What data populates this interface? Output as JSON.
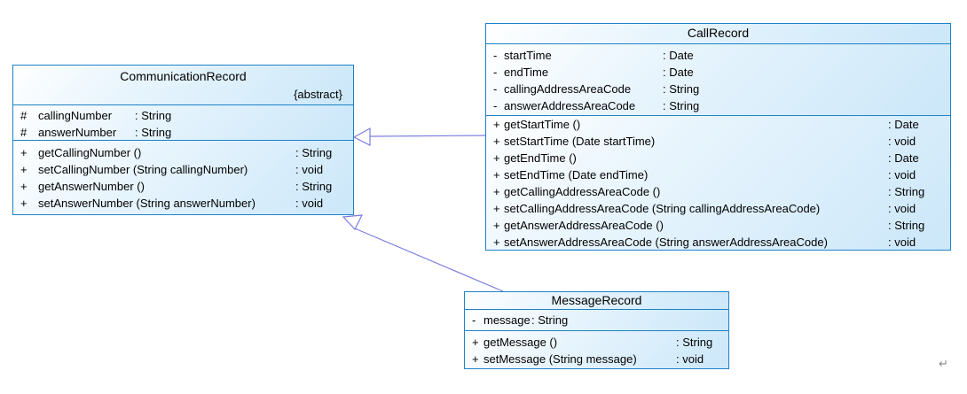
{
  "page": {
    "background": "#ffffff",
    "formatting_mark": "↵"
  },
  "colors": {
    "box_border": "#1e82c8",
    "box_fill_gradient_start": "#ffffff",
    "box_fill_gradient_end": "#cbe7f9",
    "relation_line": "#7b7be0",
    "text": "#000000",
    "formatting_mark_gray": "#8a8a8a"
  },
  "diagram_type": "uml-class-diagram",
  "classes": [
    {
      "name": "CommunicationRecord",
      "stereotype": "{abstract}",
      "attributes": [
        {
          "visibility": "#",
          "name": "callingNumber",
          "type": ": String"
        },
        {
          "visibility": "#",
          "name": "answerNumber",
          "type": ": String"
        }
      ],
      "methods": [
        {
          "visibility": "+",
          "signature": "getCallingNumber ()",
          "returns": ": String"
        },
        {
          "visibility": "+",
          "signature": "setCallingNumber (String callingNumber)",
          "returns": ": void"
        },
        {
          "visibility": "+",
          "signature": "getAnswerNumber ()",
          "returns": ": String"
        },
        {
          "visibility": "+",
          "signature": "setAnswerNumber (String answerNumber)",
          "returns": ": void"
        }
      ]
    },
    {
      "name": "CallRecord",
      "stereotype": "",
      "attributes": [
        {
          "visibility": "-",
          "name": "startTime",
          "type": ": Date"
        },
        {
          "visibility": "-",
          "name": "endTime",
          "type": ": Date"
        },
        {
          "visibility": "-",
          "name": "callingAddressAreaCode",
          "type": ": String"
        },
        {
          "visibility": "-",
          "name": "answerAddressAreaCode",
          "type": ": String"
        }
      ],
      "methods": [
        {
          "visibility": "+",
          "signature": "getStartTime ()",
          "returns": ": Date"
        },
        {
          "visibility": "+",
          "signature": "setStartTime (Date startTime)",
          "returns": ": void"
        },
        {
          "visibility": "+",
          "signature": "getEndTime ()",
          "returns": ": Date"
        },
        {
          "visibility": "+",
          "signature": "setEndTime (Date endTime)",
          "returns": ": void"
        },
        {
          "visibility": "+",
          "signature": "getCallingAddressAreaCode ()",
          "returns": ": String"
        },
        {
          "visibility": "+",
          "signature": "setCallingAddressAreaCode (String callingAddressAreaCode)",
          "returns": ": void"
        },
        {
          "visibility": "+",
          "signature": "getAnswerAddressAreaCode ()",
          "returns": ": String"
        },
        {
          "visibility": "+",
          "signature": "setAnswerAddressAreaCode (String answerAddressAreaCode)",
          "returns": ": void"
        }
      ]
    },
    {
      "name": "MessageRecord",
      "stereotype": "",
      "attributes": [
        {
          "visibility": "-",
          "name": "message",
          "type": ": String"
        }
      ],
      "methods": [
        {
          "visibility": "+",
          "signature": "getMessage ()",
          "returns": ": String"
        },
        {
          "visibility": "+",
          "signature": "setMessage (String message)",
          "returns": ": void"
        }
      ]
    }
  ],
  "relations": [
    {
      "type": "generalization",
      "from": "CallRecord",
      "to": "CommunicationRecord"
    },
    {
      "type": "generalization",
      "from": "MessageRecord",
      "to": "CommunicationRecord"
    }
  ]
}
